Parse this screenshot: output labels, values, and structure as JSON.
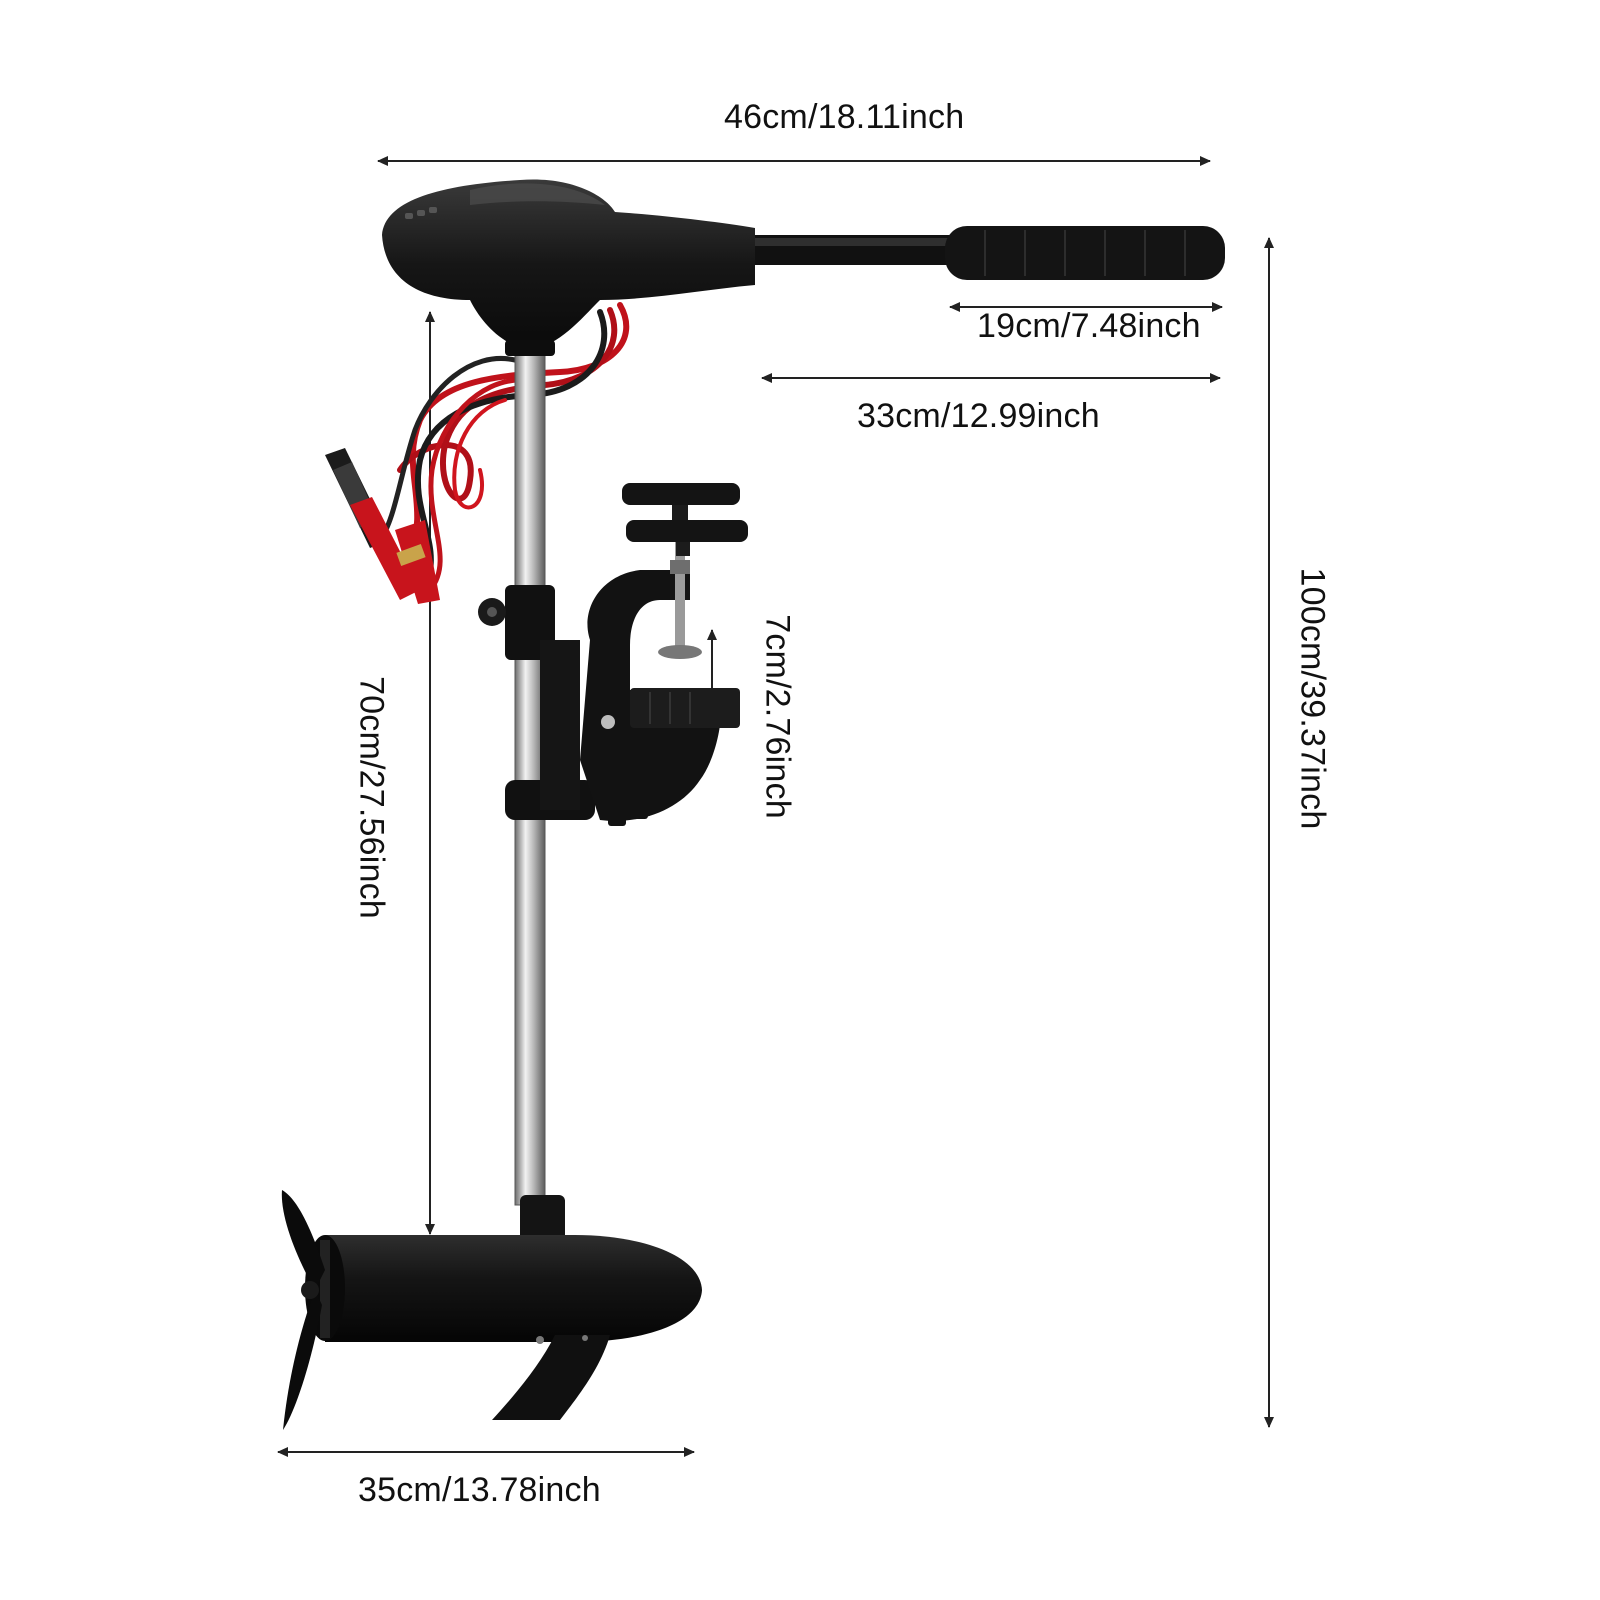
{
  "dimensions": {
    "total_width": "46cm/18.11inch",
    "grip_length": "19cm/7.48inch",
    "handle_length": "33cm/12.99inch",
    "total_height": "100cm/39.37inch",
    "shaft_length": "70cm/27.56inch",
    "clamp_opening": "7cm/2.76inch",
    "lower_unit": "35cm/13.78inch"
  },
  "colors": {
    "motor_body": "#1a1a1a",
    "shaft": "#c8c8c8",
    "positive_wire": "#c0121b",
    "negative_wire": "#1b1b1b",
    "arrow": "#222222"
  }
}
